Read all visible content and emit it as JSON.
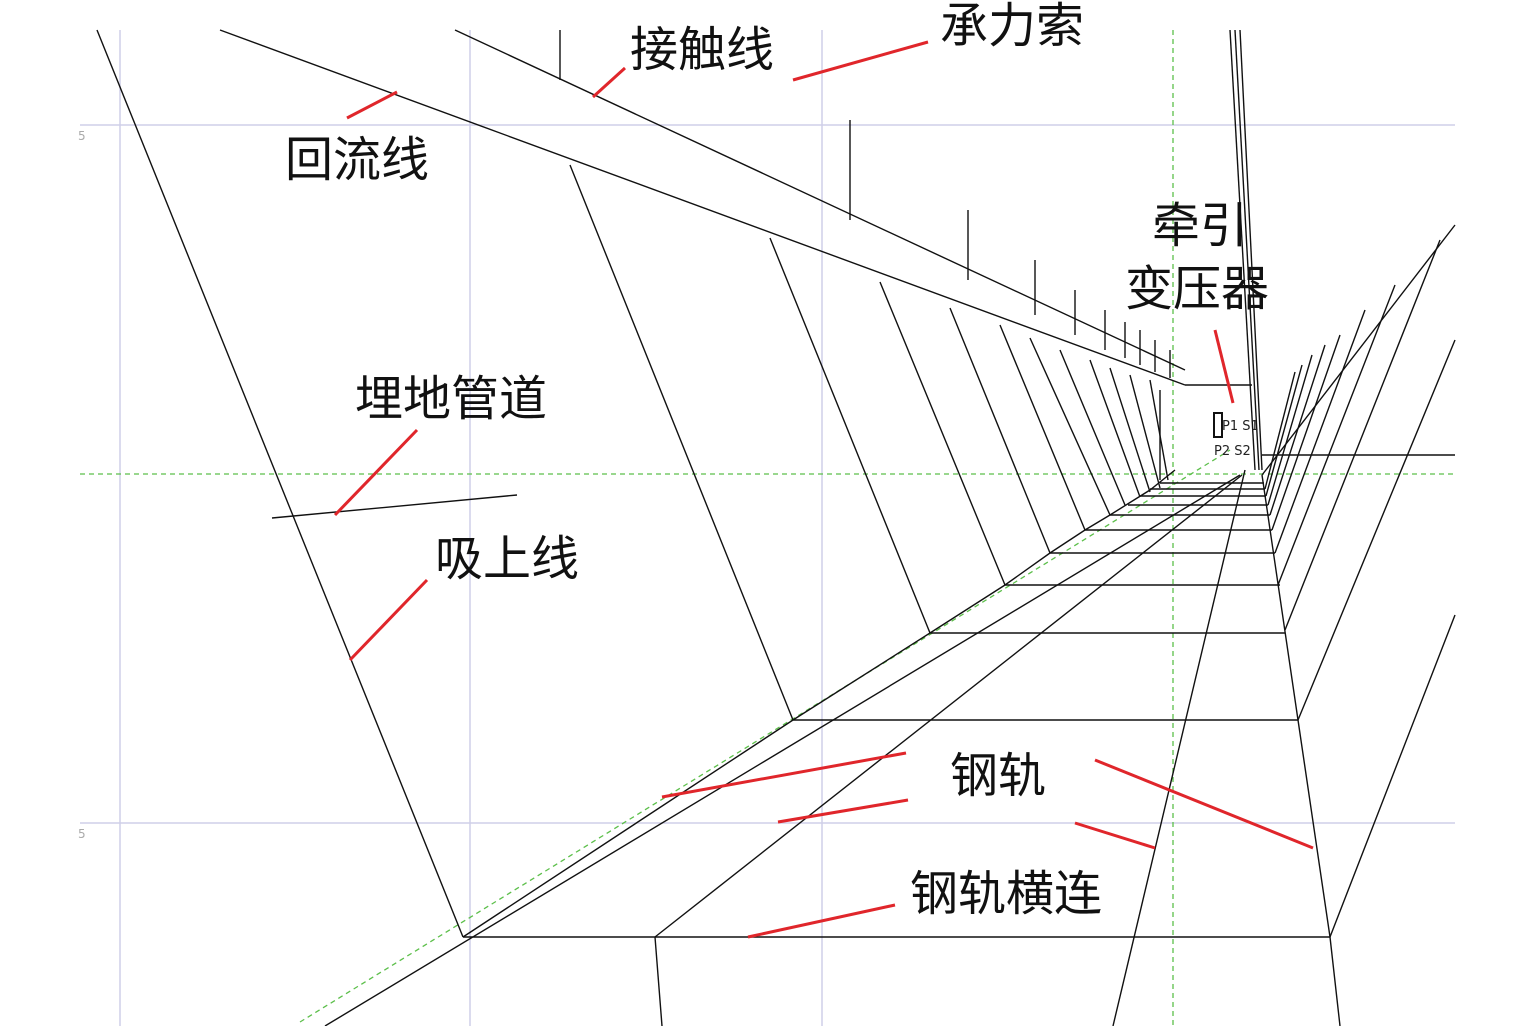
{
  "labels": {
    "contact_wire": "接触线",
    "messenger_wire": "承力索",
    "return_wire": "回流线",
    "traction_transformer_line1": "牵引",
    "traction_transformer_line2": "变压器",
    "buried_pipe": "埋地管道",
    "booster_wire": "吸上线",
    "rail": "钢轨",
    "rail_crossbond": "钢轨横连"
  },
  "transformer_terminals": {
    "top": "P1 S1",
    "bottom": "P2 S2"
  },
  "axis_ticks": [
    "5",
    "5"
  ],
  "colors": {
    "pointer": "#e0262b",
    "grid": "#cfcfe8",
    "guide": "#5cbf4a",
    "wire": "#111111"
  }
}
